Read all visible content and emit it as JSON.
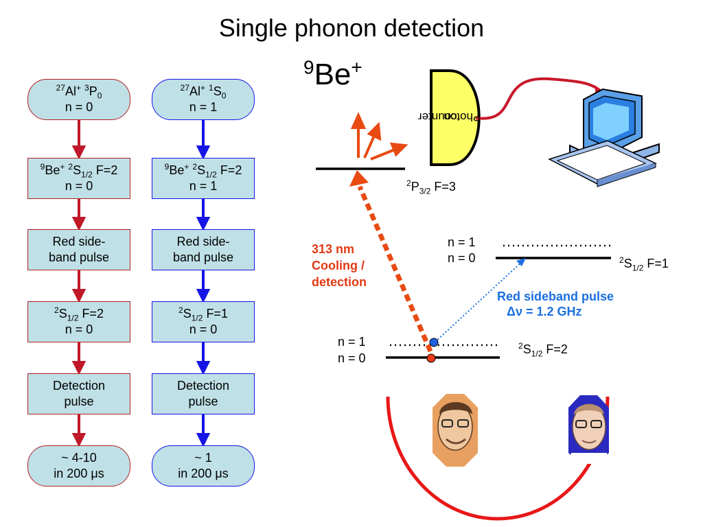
{
  "title": "Single phonon detection",
  "flow_left": [
    {
      "l1_sup1": "27",
      "l1_base": "Al",
      "l1_sup2": "+",
      "l1_sup3": "3",
      "l1_base2": "P",
      "l1_sub": "0",
      "l2": "n = 0"
    },
    {
      "l1_sup1": "9",
      "l1_base": "Be",
      "l1_sup2": "+",
      "l1_sup3": "2",
      "l1_base2": "S",
      "l1_sub": "1/2",
      "l1_tail": "F=2",
      "l2": "n = 0"
    },
    {
      "l1": "Red side-",
      "l2": "band pulse"
    },
    {
      "l1_sup3": "2",
      "l1_base2": "S",
      "l1_sub": "1/2",
      "l1_tail": "F=2",
      "l2": "n = 0"
    },
    {
      "l1": "Detection",
      "l2": "pulse"
    },
    {
      "l1": "~ 4-10",
      "l2": "in 200 μs"
    }
  ],
  "flow_right": [
    {
      "l1_sup1": "27",
      "l1_base": "Al",
      "l1_sup2": "+",
      "l1_sup3": "1",
      "l1_base2": "S",
      "l1_sub": "0",
      "l2": "n = 1"
    },
    {
      "l1_sup1": "9",
      "l1_base": "Be",
      "l1_sup2": "+",
      "l1_sup3": "2",
      "l1_base2": "S",
      "l1_sub": "1/2",
      "l1_tail": "F=2",
      "l2": "n = 1"
    },
    {
      "l1": "Red side-",
      "l2": "band pulse"
    },
    {
      "l1_sup3": "2",
      "l1_base2": "S",
      "l1_sub": "1/2",
      "l1_tail": "F=1",
      "l2": "n = 0"
    },
    {
      "l1": "Detection",
      "l2": "pulse"
    },
    {
      "l1": "~ 1",
      "l2": "in 200 μs"
    }
  ],
  "ion": {
    "mass": "9",
    "symbol": "Be",
    "charge": "+"
  },
  "photon_counter": {
    "line1": "Photon",
    "line2": "counter"
  },
  "levels": {
    "p32": {
      "sup": "2",
      "base": "P",
      "sub": "3/2",
      "tail": "F=3"
    },
    "s12_f1": {
      "sup": "2",
      "base": "S",
      "sub": "1/2",
      "tail": "F=1",
      "n1": "n = 1",
      "n0": "n = 0"
    },
    "s12_f2": {
      "sup": "2",
      "base": "S",
      "sub": "1/2",
      "tail": "F=2",
      "n1": "n = 1",
      "n0": "n = 0"
    }
  },
  "cooling": {
    "line1": "313 nm",
    "line2": "Cooling /",
    "line3": "detection"
  },
  "sideband": {
    "line1": "Red sideband pulse",
    "line2": "Δν = 1.2 GHz"
  },
  "colors": {
    "red_arrow": "#c0182a",
    "blue_arrow": "#1515e6",
    "box_fill": "#bfe0e6",
    "laser": "#e84a12",
    "arc": "#e81818",
    "sideband_text": "#1b6fe0",
    "counter_fill": "#ffff66"
  }
}
